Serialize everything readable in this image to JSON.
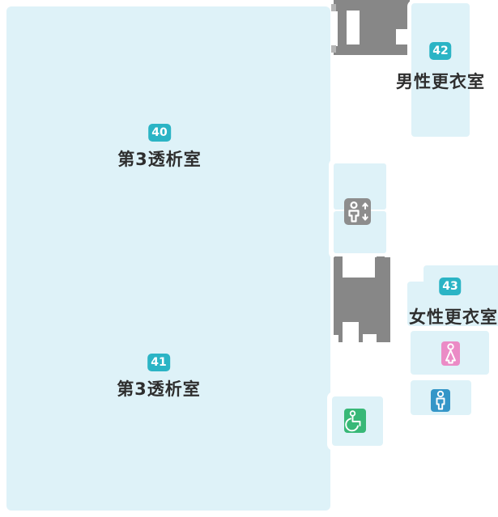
{
  "floorplan": {
    "rooms": {
      "dialysis_upper": {
        "badge": "40",
        "label": "第3透析室"
      },
      "dialysis_lower": {
        "badge": "41",
        "label": "第3透析室"
      },
      "mens_locker": {
        "badge": "42",
        "label": "男性更衣室"
      },
      "womens_locker": {
        "badge": "43",
        "label": "女性更衣室"
      }
    },
    "icons": {
      "elevator": "elevator-icon",
      "stairs_upper": "stairs-shape",
      "stairs_lower": "stairs-shape",
      "accessible": "wheelchair-icon",
      "female": "woman-icon",
      "male": "man-icon"
    },
    "colors": {
      "room_fill": "#def2f8",
      "badge_teal": "#2bb4c5",
      "stair_gray": "#878787",
      "elevator_icon_gray": "#8d8d8d",
      "accessible_green": "#38b877",
      "female_pink": "#eb8bc6",
      "male_blue": "#3496c8",
      "label_text": "#2e2e2e"
    }
  }
}
